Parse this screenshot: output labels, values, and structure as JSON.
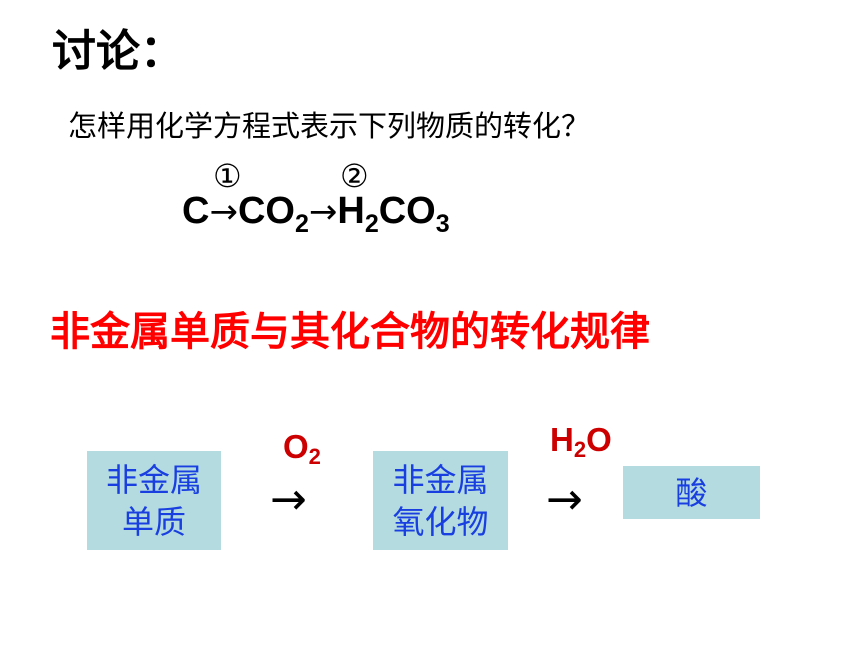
{
  "discussion": {
    "heading": "讨论：",
    "question": "怎样用化学方程式表示下列物质的转化？"
  },
  "equation": {
    "step1_marker": "①",
    "step2_marker": "②",
    "arrow": "→",
    "species": [
      {
        "main": "C",
        "sub": ""
      },
      {
        "main": "CO",
        "sub": "2"
      },
      {
        "main": "H",
        "sub": "2"
      },
      {
        "main": "CO",
        "sub": "3"
      }
    ]
  },
  "rule_title": "非金属单质与其化合物的转化规律",
  "flow": {
    "box1": [
      "非金属",
      "单质"
    ],
    "box2": [
      "非金属",
      "氧化物"
    ],
    "box3": "酸",
    "arrow": "→",
    "reagent1": {
      "main": "O",
      "sub": "2"
    },
    "reagent2": {
      "main_a": "H",
      "sub": "2",
      "main_b": "O"
    }
  },
  "colors": {
    "title_red": "#ff0000",
    "reagent_red": "#cc0000",
    "box_fill": "#b4dce0",
    "box_text": "#1a3fe0"
  }
}
